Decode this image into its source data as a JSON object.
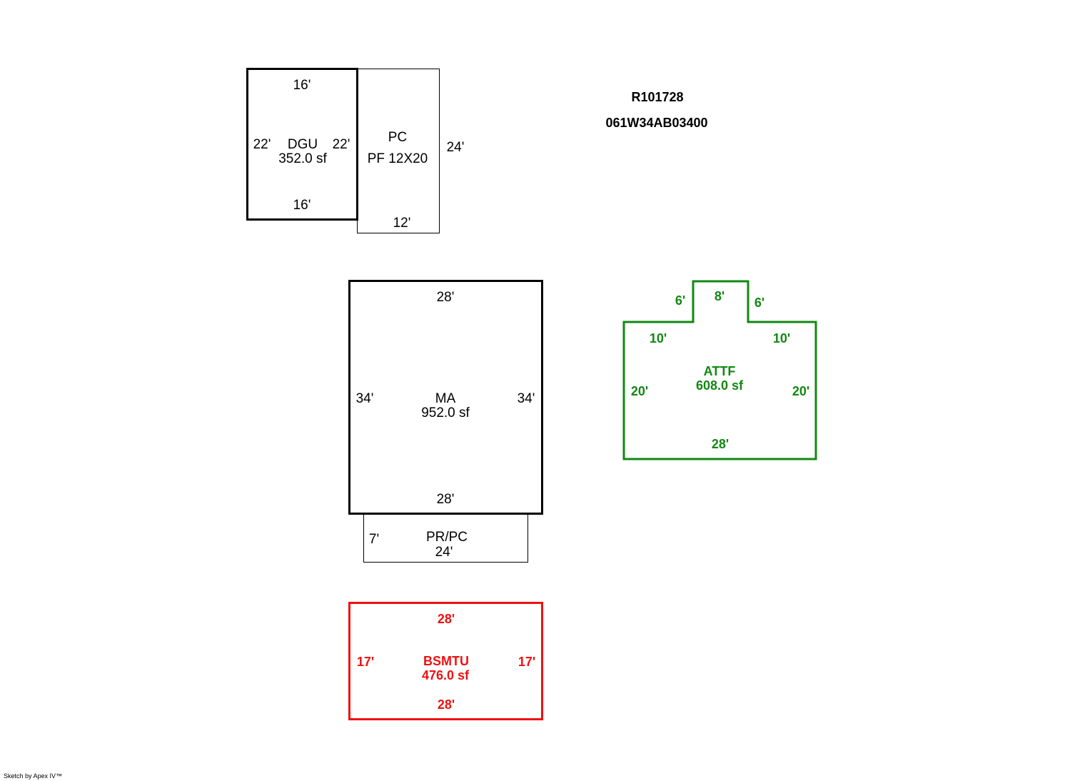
{
  "header": {
    "parcel_id": "R101728",
    "map_number": "061W34AB03400"
  },
  "colors": {
    "main": "#000000",
    "attic": "#118811",
    "basement": "#ee1111"
  },
  "dgu": {
    "code": "DGU",
    "area": "352.0 sf",
    "top": "16'",
    "bottom": "16'",
    "left": "22'",
    "right": "22'"
  },
  "pc": {
    "code": "PC",
    "desc": "PF 12X20",
    "side": "24'",
    "bottom": "12'"
  },
  "ma": {
    "code": "MA",
    "area": "952.0 sf",
    "top": "28'",
    "bottom": "28'",
    "left": "34'",
    "right": "34'"
  },
  "prpc": {
    "code": "PR/PC",
    "width": "24'",
    "depth": "7'"
  },
  "attf": {
    "code": "ATTF",
    "area": "608.0 sf",
    "notch_top": "8'",
    "notch_left": "6'",
    "notch_right": "6'",
    "shoulder_left": "10'",
    "shoulder_right": "10'",
    "left": "20'",
    "right": "20'",
    "bottom": "28'"
  },
  "bsmtu": {
    "code": "BSMTU",
    "area": "476.0 sf",
    "top": "28'",
    "bottom": "28'",
    "left": "17'",
    "right": "17'"
  },
  "footer": {
    "credit": "Sketch by Apex IV™"
  }
}
